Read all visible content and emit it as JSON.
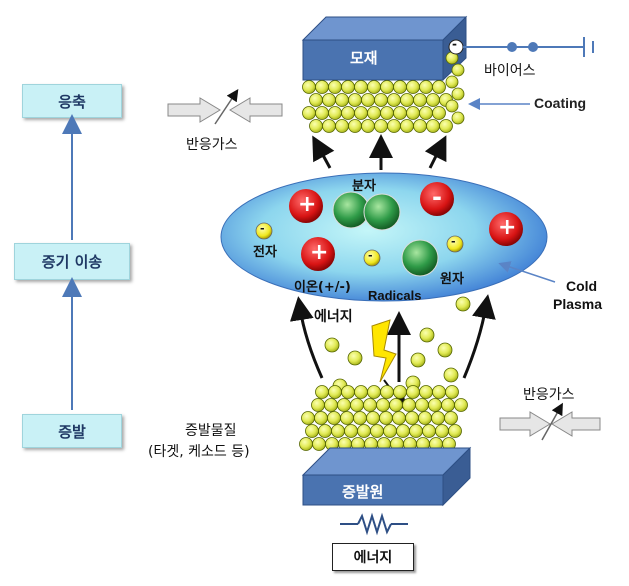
{
  "process_steps": [
    {
      "label": "응축"
    },
    {
      "label": "증기 이송"
    },
    {
      "label": "증발"
    }
  ],
  "substrate": {
    "label": "모재",
    "charge": "-"
  },
  "bias": {
    "label": "바이어스"
  },
  "coating": {
    "label": "Coating"
  },
  "reactive_gas_top": {
    "label": "반응가스"
  },
  "reactive_gas_bottom": {
    "label": "반응가스"
  },
  "plasma": {
    "label_line1": "Cold",
    "label_line2": "Plasma",
    "molecule": "분자",
    "electron": "전자",
    "ion": "이온(+/-)",
    "radicals": "Radicals",
    "atom": "원자",
    "plus": "+",
    "minus": "-"
  },
  "energy_arrow": {
    "label": "에너지"
  },
  "source_material": {
    "line1": "증발물질",
    "line2": "(타겟, 케소드 등)"
  },
  "source": {
    "label": "증발원"
  },
  "energy_input": {
    "label": "에너지"
  },
  "colors": {
    "step_box": "#c9f1f6",
    "block_front": "#4a73b0",
    "block_top": "#6f95cf",
    "block_side": "#3a5d94",
    "ball": "#e3ec5a",
    "plasma_center": "#b6f0f5",
    "plasma_edge": "#3f7fd6",
    "plus_ball": "#e01818",
    "minus_ball": "#f0e820",
    "neutral_ball": "#2f9b48"
  }
}
